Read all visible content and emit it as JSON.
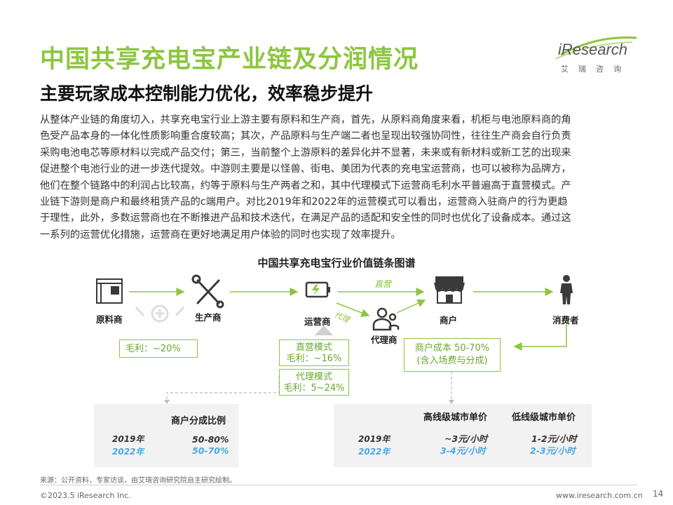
{
  "header": {
    "title": "中国共享充电宝产业链及分润情况",
    "subtitle": "主要玩家成本控制能力优化，效率稳步提升"
  },
  "logo": {
    "name": "iResearch",
    "subtitle": "艾瑞咨询"
  },
  "body": {
    "lines": [
      "从整体产业链的角度切入，共享充电宝行业上游主要有原料和生产商，首先，从原料商角度来看，机柜与电池原料商的角",
      "色受产品本身的一体化性质影响重合度较高；其次，产品原料与生产端二者也呈现出较强协同性，往往生产商会自行负责",
      "采购电池电芯等原材料以完成产品交付；第三，当前整个上游原料的差异化并不显著，未来或有新材料或新工艺的出现来",
      "促进整个电池行业的进一步迭代提效。中游则主要是以怪兽、街电、美团为代表的充电宝运营商，也可以被称为品牌方，",
      "他们在整个链路中的利润占比较高，约等于原料与生产两者之和，其中代理模式下运营商毛利水平普遍高于直营模式。产",
      "业链下游则是商户和最终租赁产品的c端用户。对比2019年和2022年的运营模式可以看出，运营商入驻商户的行为更趋",
      "于理性，此外，多数运营商也在不断推进产品和技术迭代，在满足产品的适配和安全性的同时也优化了设备成本。通过这",
      "一系列的运营优化措施，运营商在更好地满足用户体验的同时也实现了效率提升。"
    ]
  },
  "diagram": {
    "title": "中国共享充电宝行业价值链条图谱",
    "nodes": {
      "raw": "原料商",
      "producer": "生产商",
      "operator": "运营商",
      "agent": "代理商",
      "merchant": "商户",
      "consumer": "消费者"
    },
    "edges": {
      "direct": "直营",
      "agency": "代理"
    },
    "boxes": {
      "upstream_margin": "毛利：~20%",
      "direct_mode_title": "直营模式",
      "direct_mode_margin": "毛利：~16%",
      "agency_mode_title": "代理模式",
      "agency_mode_margin": "毛利：5~24%",
      "merchant_cost_line1": "商户成本 50-70%",
      "merchant_cost_line2": "(含入场费与分成)"
    },
    "colors": {
      "accent": "#8cc63f",
      "blue": "#4aa7e8",
      "icon": "#3a3a3a"
    }
  },
  "table_left": {
    "header": "商户分成比例",
    "rows": [
      {
        "year": "2019年",
        "value": "50-80%"
      },
      {
        "year": "2022年",
        "value": "50-70%"
      }
    ]
  },
  "table_right": {
    "headers": [
      "高线级城市单价",
      "低线级城市单价"
    ],
    "rows": [
      {
        "year": "2019年",
        "high": "~3元/小时",
        "low": "1-2元/小时"
      },
      {
        "year": "2022年",
        "high": "3-4元/小时",
        "low": "2-3元/小时"
      }
    ]
  },
  "footer": {
    "source": "来源：公开资料，专家访谈，由艾瑞咨询研究院自主研究绘制。",
    "copyright": "©2023.5 iResearch Inc.",
    "website": "www.iresearch.com.cn",
    "page": "14"
  }
}
